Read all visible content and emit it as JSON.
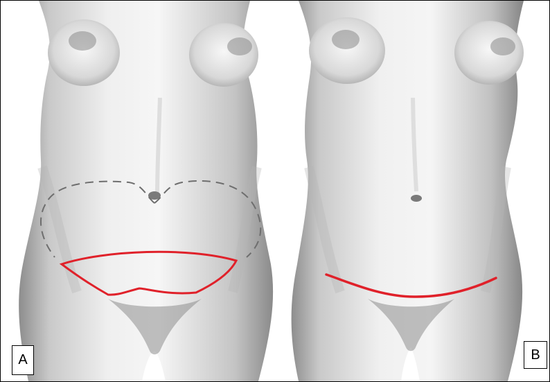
{
  "panels": [
    {
      "label": "A",
      "markings": [
        "dashed-fat-outline",
        "red-excision-outline"
      ]
    },
    {
      "label": "B",
      "markings": [
        "red-incision-line"
      ]
    }
  ],
  "colors": {
    "marking_red": "#e0212a",
    "dashed_gray": "#6e6e6e",
    "skin_light": "#f2f2f2",
    "skin_shadow": "#9c9c9c",
    "background": "#ffffff"
  }
}
